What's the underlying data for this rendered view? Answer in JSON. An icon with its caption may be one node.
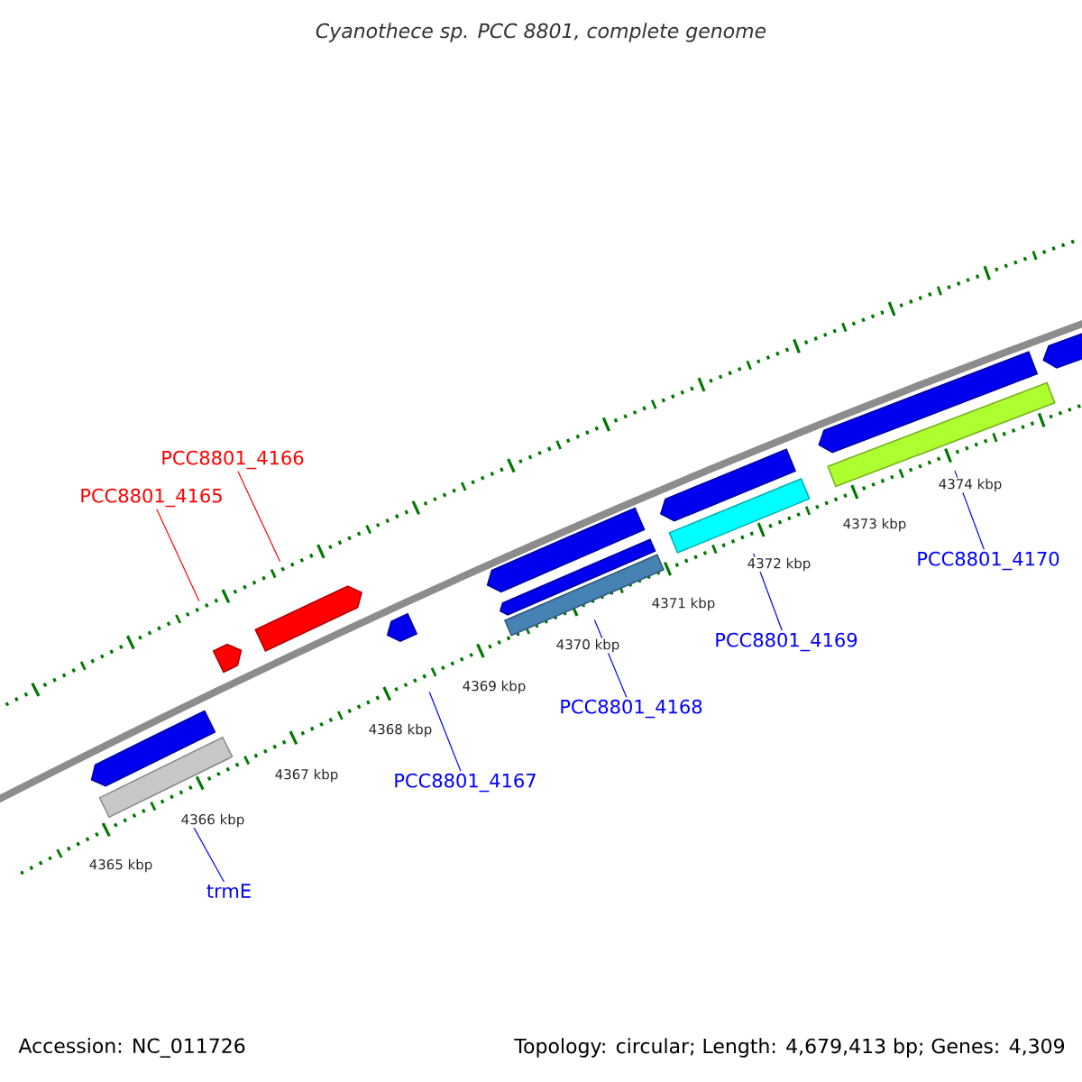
{
  "diagram": {
    "title": "Cyanothece sp. PCC 8801, complete genome",
    "nodes": [
      {
        "text": [
          "PCC8801_4166"
        ]
      },
      {
        "text": [
          "PCC8801_4165"
        ]
      },
      {
        "text": [
          "PCC8801_4170"
        ]
      },
      {
        "text": [
          "PCC8801_4169"
        ]
      },
      {
        "text": [
          "PCC8801_4168"
        ]
      },
      {
        "text": [
          "PCC8801_4167"
        ]
      },
      {
        "text": [
          "trmE"
        ]
      },
      {
        "text": [],
        "shape": "bar"
      },
      {
        "text": [],
        "shape": "bar"
      },
      {
        "text": [],
        "shape": "bar"
      },
      {
        "text": [],
        "shape": "bar"
      },
      {
        "text": [],
        "shape": "bar"
      },
      {
        "text": [],
        "shape": "bar"
      },
      {
        "text": [],
        "shape": "bar"
      },
      {
        "text": [],
        "shape": "bar"
      },
      {
        "text": [],
        "shape": "bar"
      },
      {
        "text": [],
        "shape": "bar"
      },
      {
        "text": [],
        "shape": "bar"
      },
      {
        "text": [],
        "shape": "bar"
      },
      {
        "text": [],
        "shape": "bar"
      }
    ],
    "edges": [
      {
        "from": 0,
        "to": 10,
        "arrow": "none",
        "color": "#ff0000"
      },
      {
        "from": 1,
        "to": 9,
        "arrow": "none",
        "color": "#ff0000"
      },
      {
        "from": 2,
        "to": 18,
        "arrow": "none"
      },
      {
        "from": 3,
        "to": 16,
        "arrow": "none"
      },
      {
        "from": 4,
        "to": 14,
        "arrow": "none"
      },
      {
        "from": 5,
        "to": 11,
        "arrow": "none"
      },
      {
        "from": 6,
        "to": 8,
        "arrow": "none"
      }
    ],
    "labels": [
      "4365 kbp",
      "4366 kbp",
      "4367 kbp",
      "4368 kbp",
      "4369 kbp",
      "4370 kbp",
      "4371 kbp",
      "4372 kbp",
      "4373 kbp",
      "4374 kbp",
      "Accession: NC_011726",
      "Topology: circular; Length: 4,679,413 bp; Genes: 4,309"
    ]
  }
}
